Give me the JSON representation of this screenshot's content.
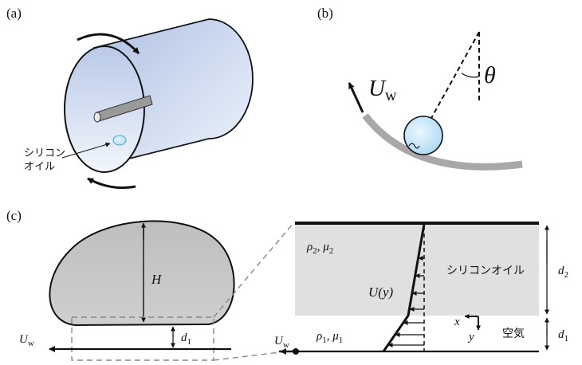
{
  "panels": {
    "a": {
      "label": "(a)",
      "oil_label_line1": "シリコン",
      "oil_label_line2": "オイル"
    },
    "b": {
      "label": "(b)",
      "velocity_main": "U",
      "velocity_sub": "w",
      "angle": "θ"
    },
    "c": {
      "label": "(c)",
      "droplet": {
        "height": "H",
        "gap_main": "d",
        "gap_sub": "1",
        "velocity_main": "U",
        "velocity_sub": "w"
      },
      "zoom": {
        "upper_props": {
          "rho": "ρ",
          "rho_sub": "2",
          "sep": ", ",
          "mu": "μ",
          "mu_sub": "2"
        },
        "lower_props": {
          "rho": "ρ",
          "rho_sub": "1",
          "sep": ", ",
          "mu": "μ",
          "mu_sub": "1"
        },
        "profile": "U(y)",
        "oil_label": "シリコンオイル",
        "air_label": "空気",
        "d2_main": "d",
        "d2_sub": "2",
        "d1_main": "d",
        "d1_sub": "1",
        "axis_x": "x",
        "axis_y": "y",
        "velocity_main": "U",
        "velocity_sub": "w"
      }
    }
  },
  "colors": {
    "cylinder_fill": "#c9d7ee",
    "droplet_fill": "#c8c8c8",
    "oil_layer": "#e0e0e0",
    "bubble": "#6fc3ec",
    "wall_arc": "#a8a8a8"
  }
}
